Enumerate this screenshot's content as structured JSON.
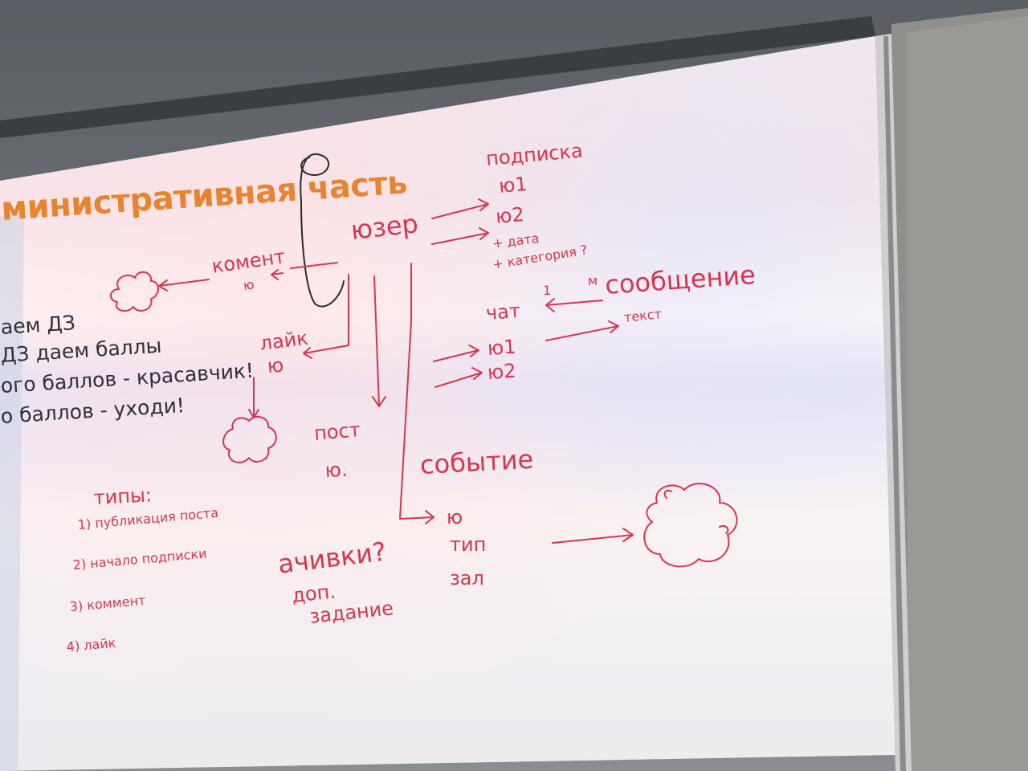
{
  "slide": {
    "title": "министративная часть",
    "bullets": [
      "аем ДЗ",
      "ДЗ даем баллы",
      "ого баллов - красавчик!",
      "о баллов - уходи!"
    ]
  },
  "handwriting": {
    "user": "юзер",
    "subscription": "подписка",
    "u1_a": "ю1",
    "u2_a": "ю2",
    "plus_date": "+ дата",
    "plus_category": "+ категория ?",
    "comment": "комент",
    "comment_u": "ю",
    "like": "лайк",
    "like_u": "ю",
    "one": "1",
    "many": "м",
    "message": "сообщение",
    "chat": "чат",
    "text": "текст",
    "u1_b": "ю1",
    "u2_b": "ю2",
    "post": "пост",
    "post_u": "ю.",
    "event": "событие",
    "event_u": "ю",
    "event_type": "тип",
    "event_hall": "зал",
    "types_title": "типы:",
    "type_1": "1) публикация поста",
    "type_2": "2) начало подписки",
    "type_3": "3) коммент",
    "type_4": "4) лайк",
    "achievements": "ачивки?",
    "extra": "доп.",
    "assignment": "задание"
  },
  "colors": {
    "ink": "#d9344f",
    "slide_title": "#e8842f",
    "slide_text": "#2f2f3a"
  }
}
